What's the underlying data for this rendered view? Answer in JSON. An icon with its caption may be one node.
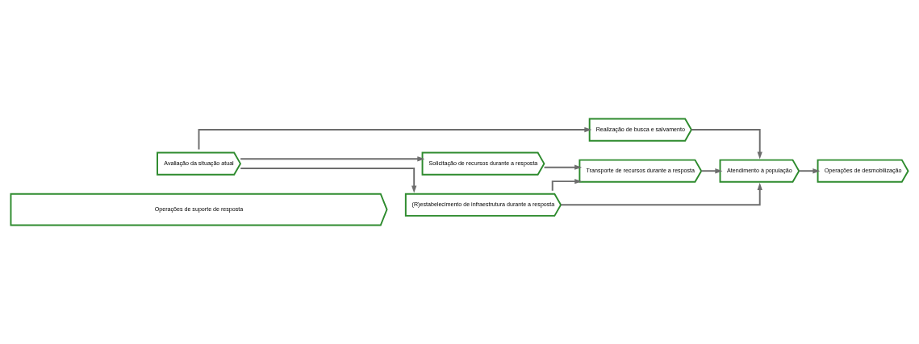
{
  "diagram": {
    "nodes": [
      {
        "text": [
          "Avaliação da situação atual"
        ]
      },
      {
        "text": [
          "Realização de busca e salvamento"
        ]
      },
      {
        "text": [
          "(R)estabelecimento de infraestrutura durante a resposta"
        ]
      },
      {
        "text": [
          "Solicitação de recursos durante a resposta"
        ]
      },
      {
        "text": [
          "Transporte de recursos durante a resposta"
        ]
      },
      {
        "text": [
          "Atendimento à população"
        ]
      },
      {
        "text": [
          "Operações de desmobilização"
        ]
      },
      {
        "text": [
          "Operações de suporte de resposta"
        ]
      }
    ],
    "edges": [
      {
        "from": 0,
        "to": 1,
        "arrow": "to"
      },
      {
        "from": 0,
        "to": 2,
        "arrow": "to"
      },
      {
        "from": 0,
        "to": 3,
        "arrow": "to"
      },
      {
        "from": 1,
        "to": 5,
        "arrow": "to"
      },
      {
        "from": 2,
        "to": 5,
        "arrow": "to"
      },
      {
        "from": 2,
        "to": 4,
        "arrow": "to"
      },
      {
        "from": 3,
        "to": 4,
        "arrow": "to"
      },
      {
        "from": 4,
        "to": 5,
        "arrow": "to"
      },
      {
        "from": 5,
        "to": 6,
        "arrow": "to"
      }
    ]
  }
}
